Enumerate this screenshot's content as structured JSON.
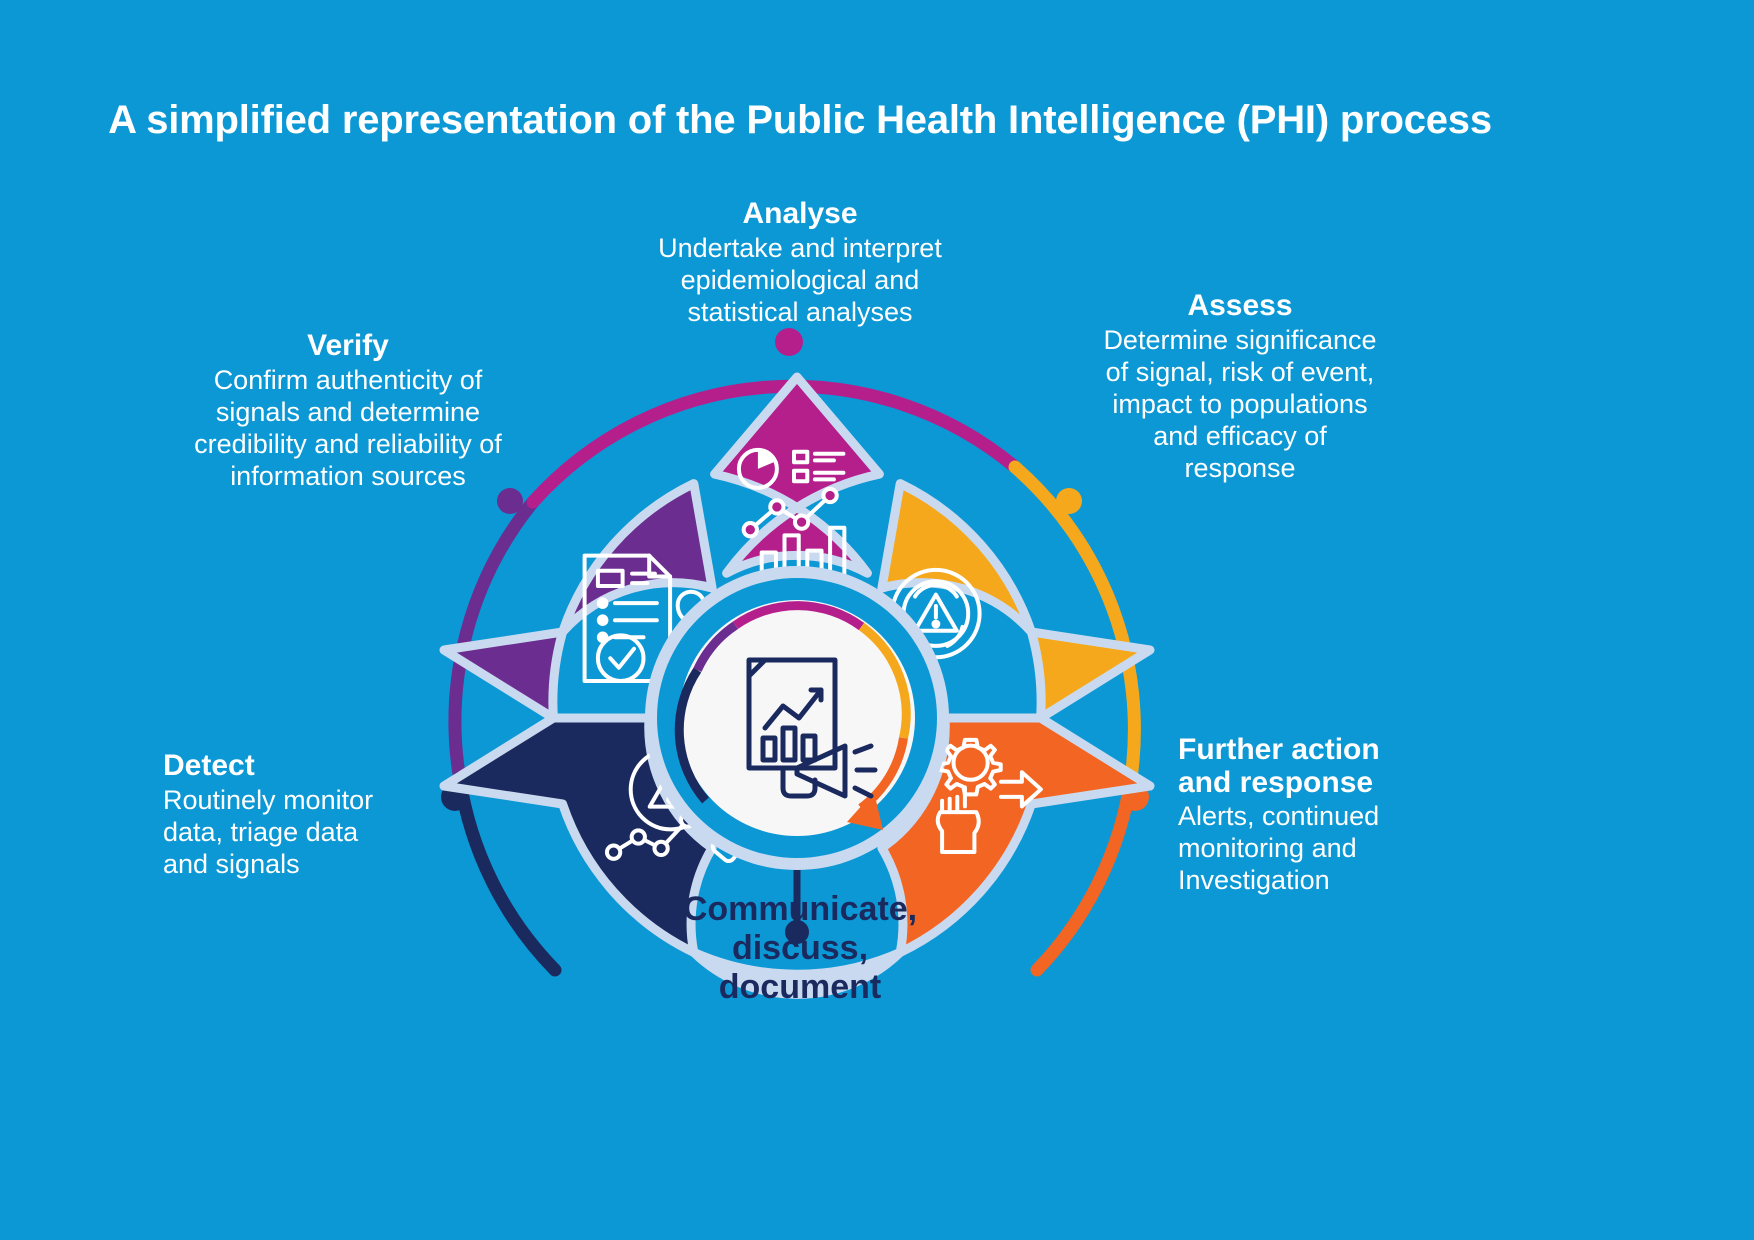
{
  "page": {
    "background_color": "#0b98d5",
    "title": "A simplified representation of the Public Health Intelligence (PHI) process"
  },
  "palette": {
    "background": "#0b98d5",
    "magenta": "#b51f8c",
    "purple": "#6b2d90",
    "navy": "#1b2a5e",
    "light_blue_segment": "#c9daf0",
    "amber": "#f5a81c",
    "orange": "#f26522",
    "hub_ring": "#0b98d5",
    "hub_face": "#f7f7f7",
    "segment_outline": "#c9daf0",
    "text_white": "#ffffff",
    "text_navy": "#1b2a5e"
  },
  "steps": [
    {
      "id": "analyse",
      "heading": "Analyse",
      "body": "Undertake and interpret epidemiological and statistical analyses",
      "body_lines": [
        "Undertake and interpret",
        "epidemiological and",
        "statistical analyses"
      ],
      "color": "#b51f8c",
      "icon": "bar-chart-pie-analytics-icon",
      "position": "top"
    },
    {
      "id": "assess",
      "heading": "Assess",
      "body": "Determine significance of signal, risk of event, impact to populations and efficacy of response",
      "body_lines": [
        "Determine significance",
        "of signal, risk of event,",
        "impact to populations",
        "and efficacy of",
        "response"
      ],
      "color": "#f5a81c",
      "icon": "magnifier-warning-icon",
      "position": "upper-right"
    },
    {
      "id": "further-action",
      "heading": "Further action and response",
      "heading_lines": [
        "Further action",
        "and response"
      ],
      "body": "Alerts, continued monitoring and Investigation",
      "body_lines": [
        "Alerts, continued",
        "monitoring and",
        "Investigation"
      ],
      "color": "#f26522",
      "icon": "gear-hand-action-icon",
      "position": "lower-right"
    },
    {
      "id": "communicate",
      "heading": "Communicate, discuss, document",
      "heading_lines": [
        "Communicate,",
        "discuss,",
        "document"
      ],
      "body": "",
      "body_lines": [],
      "color": "#c9daf0",
      "icon": "report-megaphone-icon",
      "position": "bottom"
    },
    {
      "id": "detect",
      "heading": "Detect",
      "body": "Routinely monitor data, triage data and signals",
      "body_lines": [
        "Routinely monitor",
        "data, triage data",
        "and signals"
      ],
      "color": "#1b2a5e",
      "icon": "magnifier-alert-signal-icon",
      "position": "lower-left"
    },
    {
      "id": "verify",
      "heading": "Verify",
      "body": "Confirm authenticity of signals and determine credibility and reliability of information sources",
      "body_lines": [
        "Confirm authenticity of",
        "signals and determine",
        "credibility and reliability of",
        "information sources"
      ],
      "color": "#6b2d90",
      "icon": "document-stamp-verify-icon",
      "position": "upper-left"
    }
  ],
  "center": {
    "label": "Communicate, discuss, document",
    "label_lines": [
      "Communicate,",
      "discuss,",
      "document"
    ],
    "icon": "report-megaphone-icon",
    "ring_color": "#0b98d5",
    "face_color": "#f7f7f7",
    "inner_arc_colors": [
      "#b51f8c",
      "#6b2d90",
      "#1b2a5e",
      "#f5a81c",
      "#f26522"
    ],
    "connector": "leader-line-to-caption"
  },
  "outer_arc": {
    "description": "Multi-coloured process arc with node dots at each step boundary",
    "segments": [
      {
        "step": "verify",
        "color": "#6b2d90"
      },
      {
        "step": "analyse",
        "color": "#b51f8c"
      },
      {
        "step": "assess",
        "color": "#f5a81c"
      },
      {
        "step": "further-action",
        "color": "#f26522"
      },
      {
        "step": "detect",
        "color": "#1b2a5e"
      }
    ],
    "node_dots": [
      {
        "step": "analyse",
        "color": "#b51f8c"
      },
      {
        "step": "verify",
        "color": "#6b2d90"
      },
      {
        "step": "assess",
        "color": "#f5a81c"
      },
      {
        "step": "detect",
        "color": "#1b2a5e"
      },
      {
        "step": "further-action",
        "color": "#f26522"
      }
    ]
  }
}
